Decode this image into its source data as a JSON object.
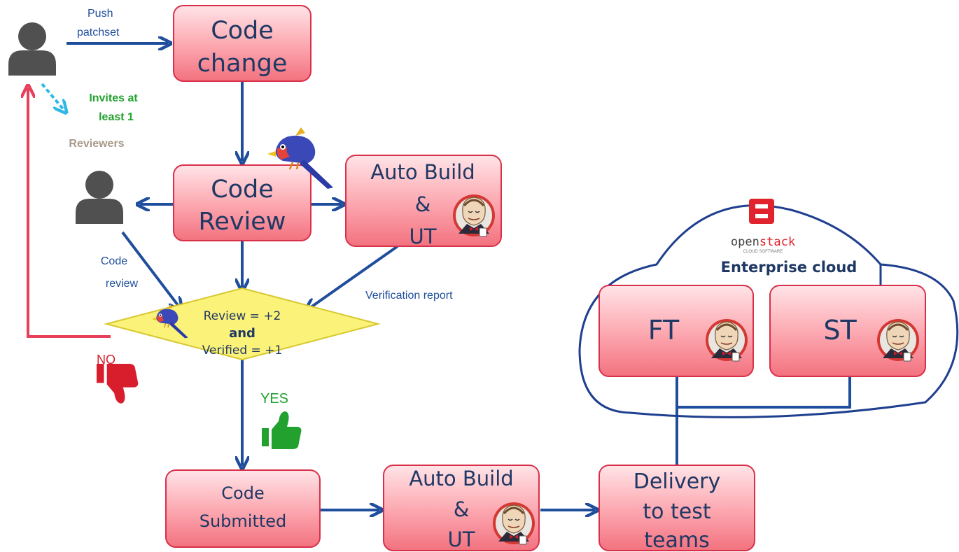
{
  "colors": {
    "arrow": "#1f4e9c",
    "no_arrow": "#e8405a",
    "box_fill_top": "#ffd6da",
    "box_fill_bottom": "#f06a78",
    "box_stroke": "#d9304a",
    "diamond_fill": "#fbf27a",
    "diamond_stroke": "#d8c830",
    "person": "#505050",
    "green_text": "#22a12e",
    "red_text": "#d81e2c",
    "reviewers_text": "#a8998a",
    "dashed_arrow": "#2fb8e6",
    "cloud_stroke": "#1f3f8f",
    "openstack_red": "#e0232d"
  },
  "labels": {
    "push": "Push",
    "patchset": "patchset",
    "invites_line1": "Invites at",
    "invites_line2": "least 1",
    "reviewers": "Reviewers",
    "code_review_line1": "Code",
    "code_review_line2": "review",
    "verification_report": "Verification report",
    "no": "NO",
    "yes": "YES"
  },
  "nodes": {
    "code_change": [
      "Code",
      "change"
    ],
    "code_review_box": [
      "Code",
      "Review"
    ],
    "auto_build_1": [
      "Auto Build",
      "&",
      "UT"
    ],
    "code_submitted": [
      "Code",
      "Submitted"
    ],
    "auto_build_2": [
      "Auto Build",
      "&",
      "UT"
    ],
    "delivery": [
      "Delivery",
      "to test",
      "teams"
    ],
    "ft": "FT",
    "st": "ST"
  },
  "decision": {
    "line1": "Review = +2",
    "line2": "and",
    "line3": "Verified = +1"
  },
  "cloud": {
    "logo_open": "open",
    "logo_stack": "stack",
    "logo_sub": "CLOUD SOFTWARE",
    "title": "Enterprise cloud"
  },
  "icons": {
    "developer": "person-icon",
    "reviewer": "person-icon",
    "gerrit": "gerrit-bird-icon",
    "jenkins": "jenkins-butler-icon",
    "thumbs_down": "thumbs-down-icon",
    "thumbs_up": "thumbs-up-icon",
    "openstack": "openstack-logo-icon"
  }
}
